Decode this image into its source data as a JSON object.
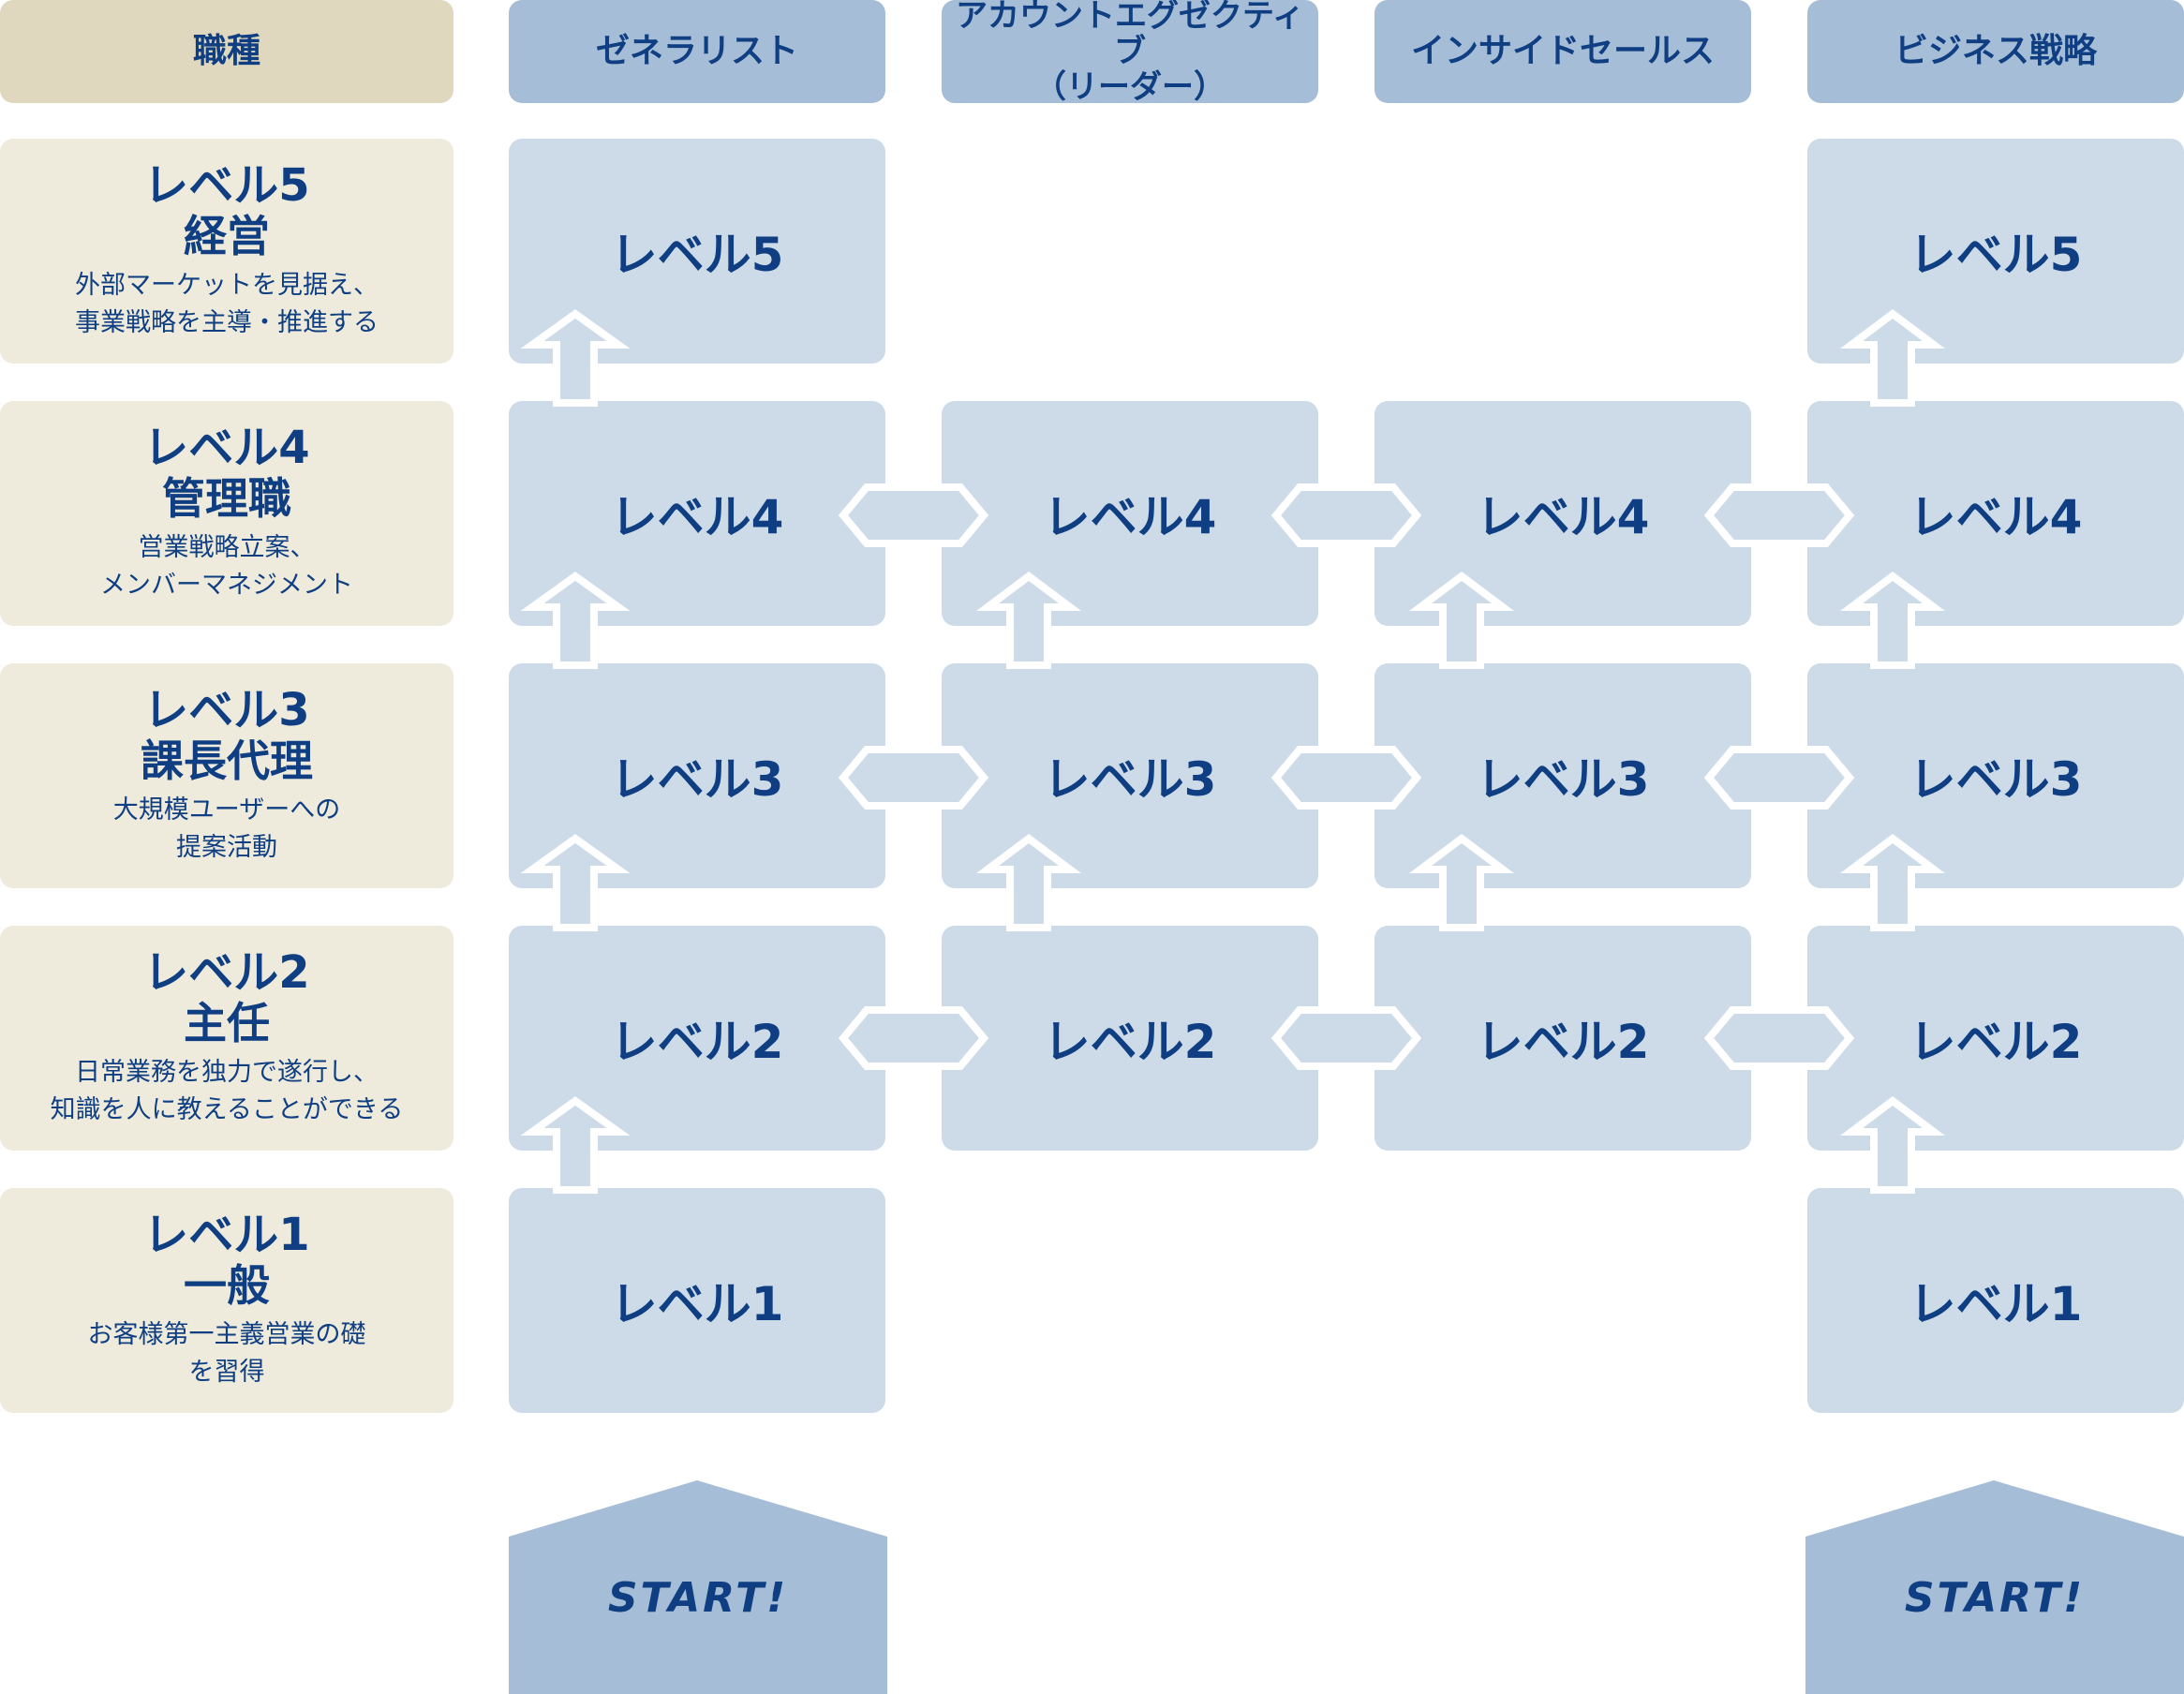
{
  "headers": {
    "left": "職種",
    "columns": [
      "ゼネラリスト",
      "アカウントエグゼクティブ\n（リーダー）",
      "インサイドセールス",
      "ビジネス戦略"
    ]
  },
  "levels": [
    {
      "level": "レベル5",
      "role": "経営",
      "description": "外部マーケットを見据え、\n事業戦略を主導・推進する"
    },
    {
      "level": "レベル4",
      "role": "管理職",
      "description": "営業戦略立案、\nメンバーマネジメント"
    },
    {
      "level": "レベル3",
      "role": "課長代理",
      "description": "大規模ユーザーへの\n提案活動"
    },
    {
      "level": "レベル2",
      "role": "主任",
      "description": "日常業務を独力で遂行し、\n知識を人に教えることができる"
    },
    {
      "level": "レベル1",
      "role": "一般",
      "description": "お客様第一主義営業の礎\nを習得"
    }
  ],
  "cells": {
    "generalist": [
      "レベル5",
      "レベル4",
      "レベル3",
      "レベル2",
      "レベル1"
    ],
    "account_executive": [
      "レベル4",
      "レベル3",
      "レベル2"
    ],
    "inside_sales": [
      "レベル4",
      "レベル3",
      "レベル2"
    ],
    "business_strategy": [
      "レベル5",
      "レベル4",
      "レベル3",
      "レベル2",
      "レベル1"
    ]
  },
  "start": {
    "generalist": "START!",
    "business_strategy": "START!"
  },
  "colors": {
    "header_left": "#dfd8be",
    "header_column": "#a5bdd6",
    "left_box": "#eeebdd",
    "cell": "#cddbe9",
    "text": "#0f3f82",
    "start": "#a5bdd6"
  }
}
